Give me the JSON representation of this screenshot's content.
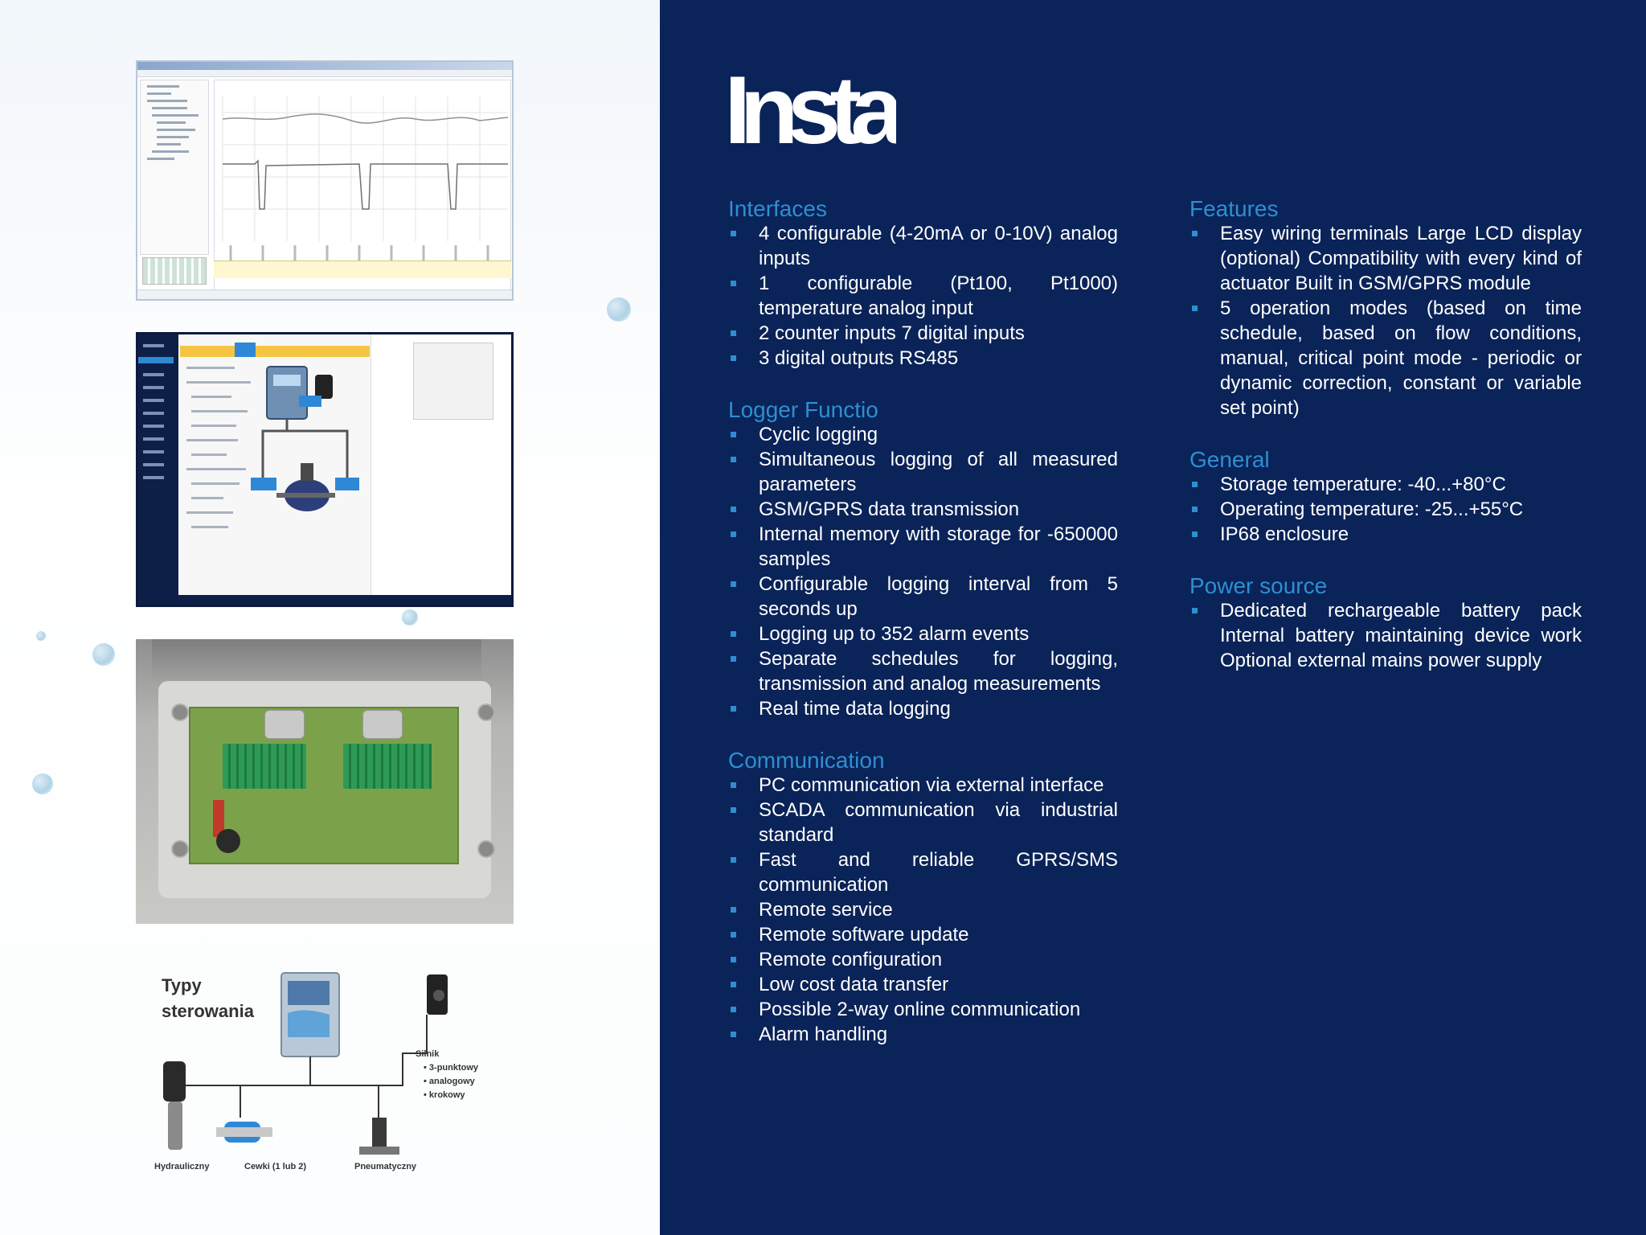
{
  "brand": {
    "logo_text": "Insta"
  },
  "left_images": {
    "control_diagram": {
      "title_line1": "Typy",
      "title_line2": "sterowania",
      "motor_label": "Silnik",
      "motor_options": [
        "3-punktowy",
        "analogowy",
        "krokowy"
      ],
      "hydraulic_label": "Hydrauliczny",
      "coils_label": "Cewki (1 lub 2)",
      "pneumatic_label": "Pneumatyczny"
    }
  },
  "sections": {
    "interfaces": {
      "title": "Interfaces",
      "items": [
        "4 configurable (4-20mA or 0-10V) analog inputs",
        "1 configurable (Pt100, Pt1000) temperature analog input",
        "2 counter inputs 7 digital inputs",
        "3 digital outputs RS485"
      ]
    },
    "logger": {
      "title": "Logger Functio",
      "items": [
        "Cyclic logging",
        "Simultaneous logging of all measured parameters",
        "GSM/GPRS data transmission",
        "Internal memory with storage for -650000 samples",
        "Configurable logging interval from 5 seconds up",
        "Logging up to 352 alarm events",
        "Separate schedules for logging, transmission and analog measurements",
        "Real time data logging"
      ]
    },
    "communication": {
      "title": "Communication",
      "items": [
        "PC communication via external interface",
        "SCADA communication via industrial standard",
        "Fast and reliable GPRS/SMS communication",
        "Remote service",
        "Remote software update",
        "Remote configuration",
        "Low cost data transfer",
        "Possible 2-way online communication",
        "Alarm handling"
      ]
    },
    "features": {
      "title": "Features",
      "items": [
        "Easy wiring terminals Large LCD display (optional) Compatibility with every kind of actuator Built in GSM/GPRS module",
        "5 operation modes (based on time schedule, based on flow conditions, manual, critical point mode - periodic or dynamic correction, constant or variable set point)"
      ]
    },
    "general": {
      "title": "General",
      "items": [
        "Storage temperature: -40...+80°C",
        "Operating temperature: -25...+55°C",
        "IP68 enclosure"
      ]
    },
    "power": {
      "title": "Power source",
      "items": [
        "Dedicated rechargeable battery pack Internal battery maintaining device work Optional external mains power supply"
      ]
    }
  },
  "colors": {
    "panel_background": "#0a2358",
    "heading_accent": "#2d8fd2",
    "body_text": "#ffffff"
  }
}
